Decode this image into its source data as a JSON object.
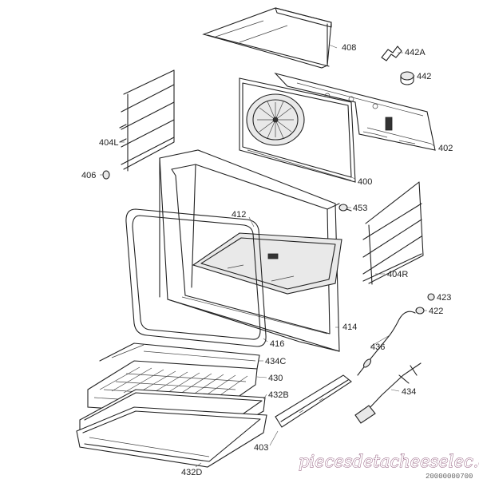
{
  "callouts": [
    "408",
    "442A",
    "442",
    "402",
    "404L",
    "406",
    "400",
    "412",
    "453",
    "404R",
    "423",
    "422",
    "414",
    "416",
    "436",
    "434C",
    "430",
    "432B",
    "434",
    "403",
    "432D"
  ],
  "watermark": "piecesdetacheeselec.com",
  "footer_code": "20000000700"
}
